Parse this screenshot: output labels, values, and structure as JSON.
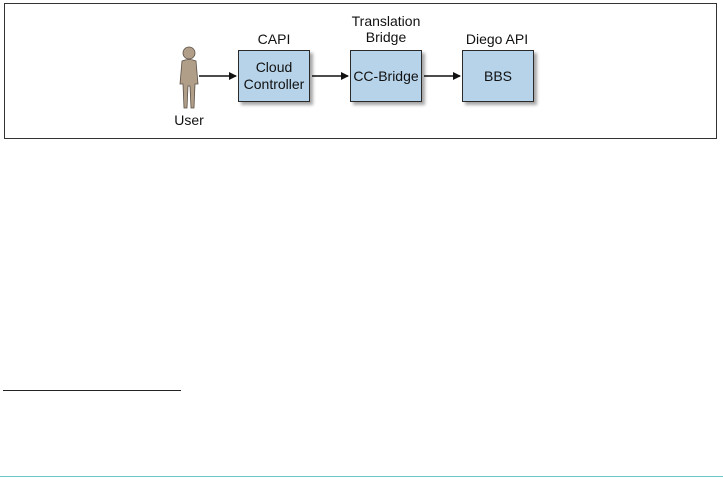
{
  "diagram": {
    "user_label": "User",
    "capi": {
      "header": "CAPI",
      "box": "Cloud\nController"
    },
    "bridge": {
      "header": "Translation\nBridge",
      "box": "CC-Bridge"
    },
    "diego": {
      "header": "Diego API",
      "box": "BBS"
    }
  },
  "colors": {
    "box_fill": "#b7d3ea",
    "box_border": "#2a2a2a",
    "user_figure": "#b09e89",
    "accent_rule": "#6fc6c8"
  }
}
